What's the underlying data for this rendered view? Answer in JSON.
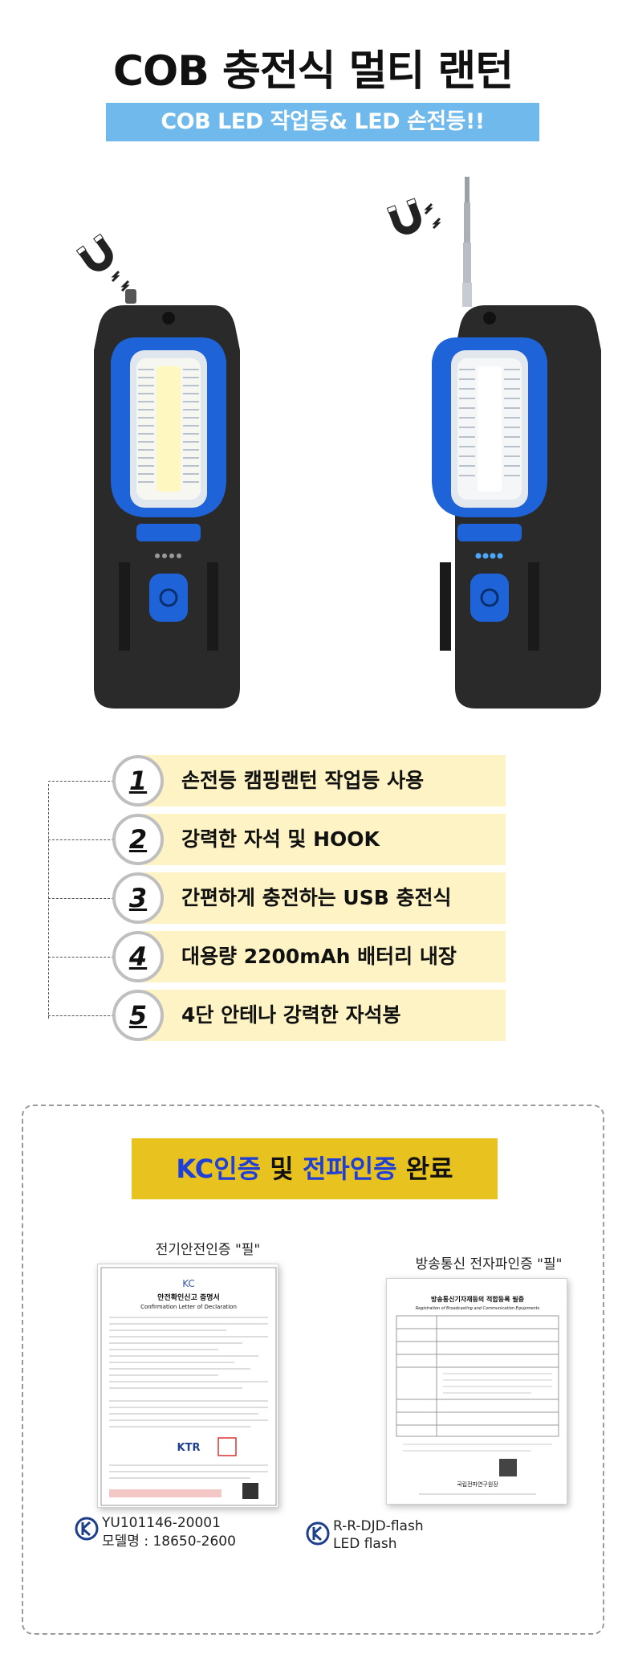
{
  "header": {
    "title": "COB 충전식 멀티 랜턴",
    "subtitle": "COB LED 작업등& LED 손전등!!"
  },
  "colors": {
    "subtitle_bg": "#6fb9ec",
    "feature_bg": "#fdf3c4",
    "kc_banner_bg": "#e8c320",
    "kc_blue": "#1f3fd6",
    "lantern_blue": "#1e64d8",
    "lantern_body": "#2a2a2a"
  },
  "features": [
    {
      "num": "1",
      "text": "손전등 캠핑랜턴 작업등 사용"
    },
    {
      "num": "2",
      "text": "강력한 자석 및 HOOK"
    },
    {
      "num": "3",
      "text": "간편하게 충전하는 USB 충전식"
    },
    {
      "num": "4",
      "text": "대용량 2200mAh 배터리 내장"
    },
    {
      "num": "5",
      "text": "4단 안테나  강력한 자석봉"
    }
  ],
  "certification": {
    "banner": {
      "part1": "KC인증",
      "part2": " 및 ",
      "part3": "전파인증",
      "part4": " 완료"
    },
    "left": {
      "caption": "전기안전인증 \"필\"",
      "doc_title_ko": "안전확인신고 증명서",
      "doc_title_en": "Confirmation Letter of Declaration",
      "doc_logo": "KTR",
      "cert_no": "YU101146-20001",
      "model": "모델명 : 18650-2600"
    },
    "right": {
      "caption": "방송통신 전자파인증 \"필\"",
      "doc_title_ko": "방송통신기자재등의 적합등록 필증",
      "doc_title_en": "Registration of Broadcasting and Communication Equipments",
      "doc_footer": "국립전파연구원장",
      "cert_no": "R-R-DJD-flash",
      "model": "LED flash"
    }
  }
}
